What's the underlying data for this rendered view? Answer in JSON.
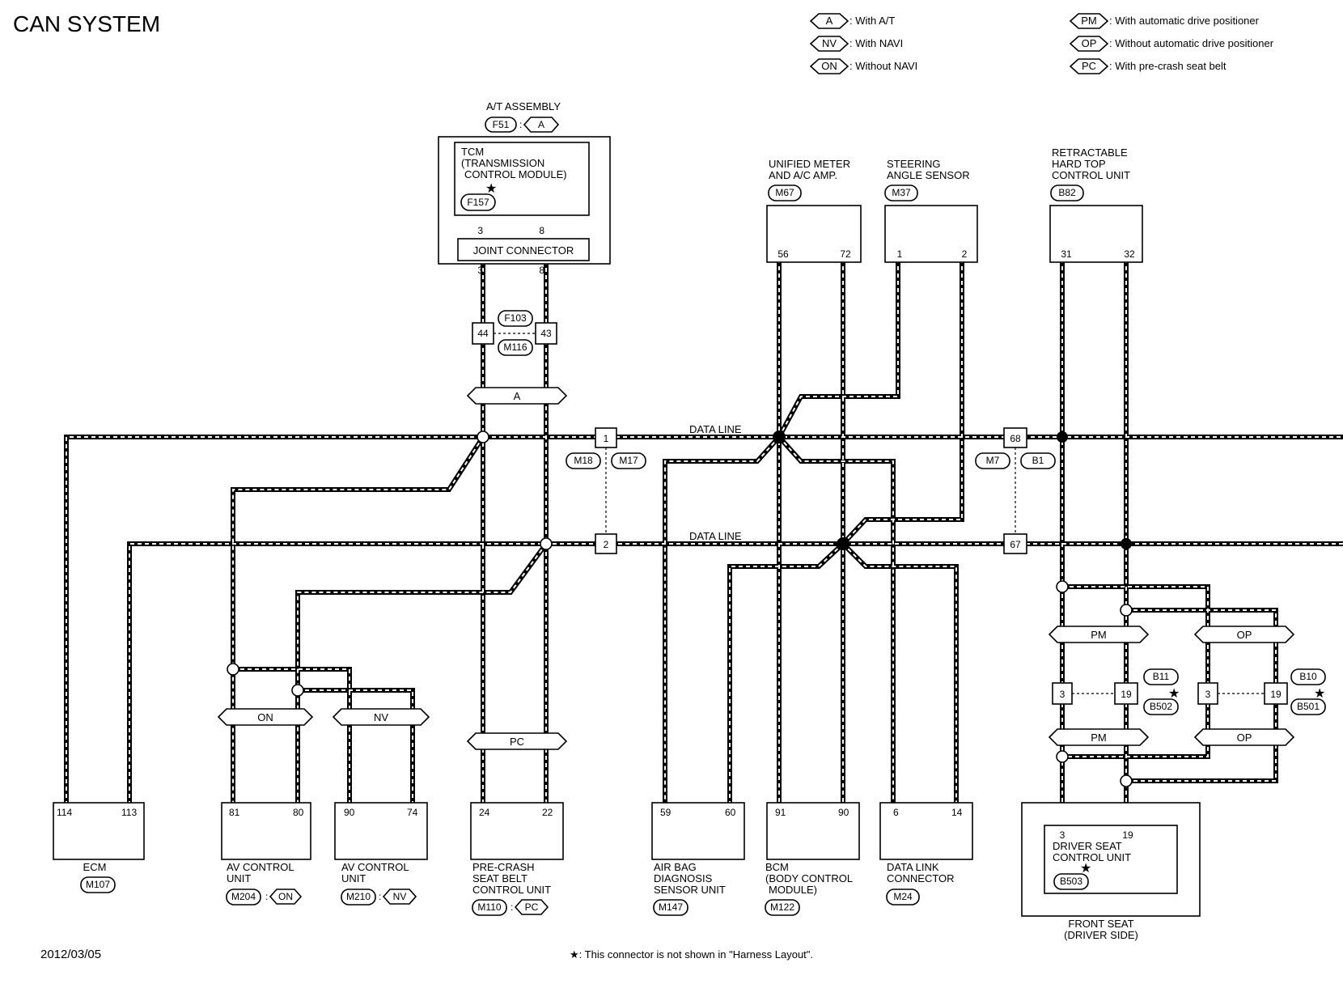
{
  "title": "CAN SYSTEM",
  "date": "2012/03/05",
  "footnote": "★: This connector is not shown in \"Harness Layout\".",
  "legend": [
    {
      "code": "A",
      "text": ": With A/T"
    },
    {
      "code": "NV",
      "text": ": With NAVI"
    },
    {
      "code": "ON",
      "text": ": Without NAVI"
    },
    {
      "code": "PM",
      "text": ": With automatic drive positioner"
    },
    {
      "code": "OP",
      "text": ": Without automatic drive positioner"
    },
    {
      "code": "PC",
      "text": ": With pre-crash seat belt"
    }
  ],
  "data_line_label": "DATA LINE",
  "at_assembly": {
    "title": "A/T ASSEMBLY",
    "connector": "F51",
    "condition": "A",
    "tcm_lines": [
      "TCM",
      "(TRANSMISSION",
      "CONTROL MODULE)"
    ],
    "tcm_connector": "F157",
    "joint_connector": "JOINT CONNECTOR",
    "pins_top": [
      "3",
      "8"
    ],
    "pins_bottom": [
      "3",
      "8"
    ],
    "relay_connectors": [
      "F103",
      "M116"
    ],
    "relay_pins": [
      "44",
      "43"
    ],
    "harness_condition": "A"
  },
  "unified_meter": {
    "lines": [
      "UNIFIED METER",
      "AND A/C AMP."
    ],
    "connector": "M67",
    "pins": [
      "56",
      "72"
    ]
  },
  "steering": {
    "lines": [
      "STEERING",
      "ANGLE SENSOR"
    ],
    "connector": "M37",
    "pins": [
      "1",
      "2"
    ]
  },
  "retractable": {
    "lines": [
      "RETRACTABLE",
      "HARD TOP",
      "CONTROL UNIT"
    ],
    "connector": "B82",
    "pins": [
      "31",
      "32"
    ]
  },
  "joint_m18": {
    "pins": [
      "1",
      "2"
    ],
    "connectors": [
      "M18",
      "M17"
    ]
  },
  "joint_m7": {
    "pins": [
      "68",
      "67"
    ],
    "connectors": [
      "M7",
      "B1"
    ]
  },
  "ecm": {
    "lines": [
      "ECM"
    ],
    "connector": "M107",
    "pins": [
      "114",
      "113"
    ]
  },
  "av1": {
    "lines": [
      "AV CONTROL",
      "UNIT"
    ],
    "connector": "M204",
    "condition": "ON",
    "pins": [
      "81",
      "80"
    ]
  },
  "av2": {
    "lines": [
      "AV CONTROL",
      "UNIT"
    ],
    "connector": "M210",
    "condition": "NV",
    "pins": [
      "90",
      "74"
    ]
  },
  "precrash": {
    "lines": [
      "PRE-CRASH",
      "SEAT BELT",
      "CONTROL UNIT"
    ],
    "connector": "M110",
    "condition": "PC",
    "pins": [
      "24",
      "22"
    ]
  },
  "airbag": {
    "lines": [
      "AIR BAG",
      "DIAGNOSIS",
      "SENSOR UNIT"
    ],
    "connector": "M147",
    "pins": [
      "59",
      "60"
    ]
  },
  "bcm": {
    "lines": [
      "BCM",
      "(BODY CONTROL",
      "MODULE)"
    ],
    "connector": "M122",
    "pins": [
      "91",
      "90"
    ]
  },
  "dlc": {
    "lines": [
      "DATA LINK",
      "CONNECTOR"
    ],
    "connector": "M24",
    "pins": [
      "6",
      "14"
    ]
  },
  "driver_seat": {
    "lines": [
      "DRIVER SEAT",
      "CONTROL UNIT"
    ],
    "connector": "B503",
    "pins": [
      "3",
      "19"
    ],
    "outer_lines": [
      "FRONT SEAT",
      "(DRIVER SIDE)"
    ]
  },
  "pm_branch": {
    "condition": "PM",
    "pins": [
      "3",
      "19"
    ],
    "connectors": [
      "B11",
      "B502"
    ]
  },
  "op_branch": {
    "condition": "OP",
    "pins": [
      "3",
      "19"
    ],
    "connectors": [
      "B10",
      "B501"
    ]
  },
  "harness_on": "ON",
  "harness_nv": "NV",
  "harness_pc": "PC"
}
